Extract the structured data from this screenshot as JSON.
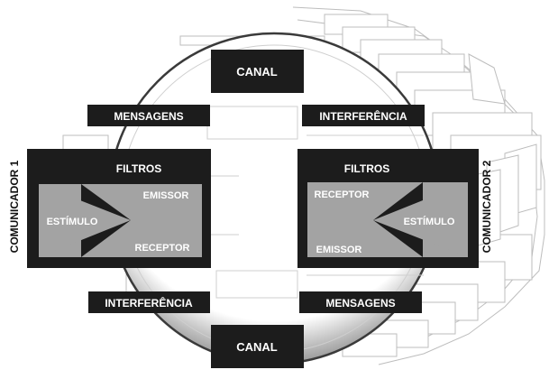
{
  "diagram": {
    "channel_top": "CANAL",
    "channel_bottom": "CANAL",
    "messages_left": "MENSAGENS",
    "messages_right": "MENSAGENS",
    "interference_left": "INTERFERÊNCIA",
    "interference_right": "INTERFERÊNCIA",
    "communicator_1": {
      "side_label": "COMUNICADOR 1",
      "filters": "FILTROS",
      "emitter": "EMISSOR",
      "receiver": "RECEPTOR",
      "stimulus": "ESTÍMULO"
    },
    "communicator_2": {
      "side_label": "COMUNICADOR 2",
      "filters": "FILTROS",
      "emitter": "EMISSOR",
      "receiver": "RECEPTOR",
      "stimulus": "ESTÍMULO"
    }
  },
  "colors": {
    "box": "#1c1c1c",
    "inner": "#a3a3a3",
    "text_light": "#ffffff",
    "text_dark": "#111111",
    "outline": "#bdbdbd"
  }
}
